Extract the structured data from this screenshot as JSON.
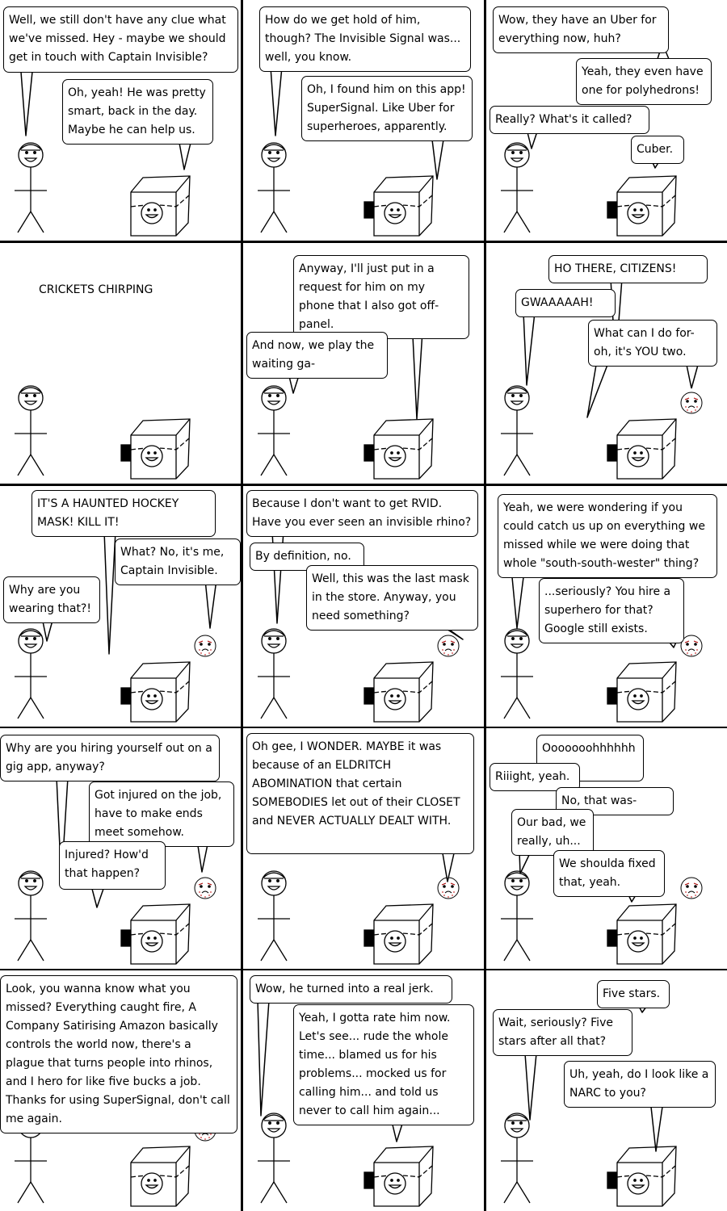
{
  "comic": {
    "panels": [
      {
        "bubbles": [
          "Well, we still don't have any clue what we've missed. Hey - maybe we should get in touch with Captain Invisible?",
          "Oh, yeah! He was pretty smart, back in the day. Maybe he can help us."
        ]
      },
      {
        "bubbles": [
          "How do we get hold of him, though? The Invisible Signal was... well, you know.",
          "Oh, I found him on this app! SuperSignal. Like Uber for superheroes, apparently."
        ]
      },
      {
        "bubbles": [
          "Wow, they have an Uber for everything now, huh?",
          "Yeah, they even have one for polyhedrons!",
          "Really? What's it called?",
          "Cuber."
        ]
      },
      {
        "caption": "CRICKETS CHIRPING",
        "bubbles": []
      },
      {
        "bubbles": [
          "Anyway, I'll just put in a request for him on my phone that I also got off-panel.",
          "And now, we play the waiting ga-"
        ]
      },
      {
        "bubbles": [
          "HO THERE, CITIZENS!",
          "GWAAAAAH!",
          "What can I do for- oh, it's YOU two."
        ]
      },
      {
        "bubbles": [
          "IT'S A HAUNTED HOCKEY MASK! KILL IT!",
          "What? No, it's me, Captain Invisible.",
          "Why are you wearing that?!"
        ]
      },
      {
        "bubbles": [
          "Because I don't want to get RVID. Have you ever seen an invisible rhino?",
          "By definition, no.",
          "Well, this was the last mask in the store. Anyway, you need something?"
        ]
      },
      {
        "bubbles": [
          "Yeah, we were wondering if you could catch us up on everything we missed while we were doing that whole \"south-south-wester\" thing?",
          "...seriously? You hire a superhero for that? Google still exists."
        ]
      },
      {
        "bubbles": [
          "Why are you hiring yourself out on a gig app, anyway?",
          "Got injured on the job, have to make ends meet somehow.",
          "Injured? How'd that happen?"
        ]
      },
      {
        "bubbles": [
          "Oh gee, I WONDER. MAYBE it was because of an ELDRITCH ABOMINATION that certain SOMEBODIES let out of their CLOSET and NEVER ACTUALLY DEALT WITH."
        ]
      },
      {
        "bubbles": [
          "Ooooooohhhhhh.",
          "Riiight, yeah.",
          "No, that was-",
          "Our bad, we really, uh...",
          "We shoulda fixed that, yeah."
        ]
      },
      {
        "bubbles": [
          "Look, you wanna know what you missed? Everything caught fire, A Company Satirising Amazon basically controls the world now, there's a plague that turns people into rhinos, and I hero for like five bucks a job. Thanks for using SuperSignal, don't call me again."
        ]
      },
      {
        "bubbles": [
          "Wow, he turned into a real jerk.",
          "Yeah, I gotta rate him now. Let's see... rude the whole time... blamed us for his problems... mocked us for calling him... and told us never to call him again..."
        ]
      },
      {
        "bubbles": [
          "Five stars.",
          "Wait, seriously? Five stars after all that?",
          "Uh, yeah, do I look like a NARC to you?"
        ]
      }
    ]
  }
}
